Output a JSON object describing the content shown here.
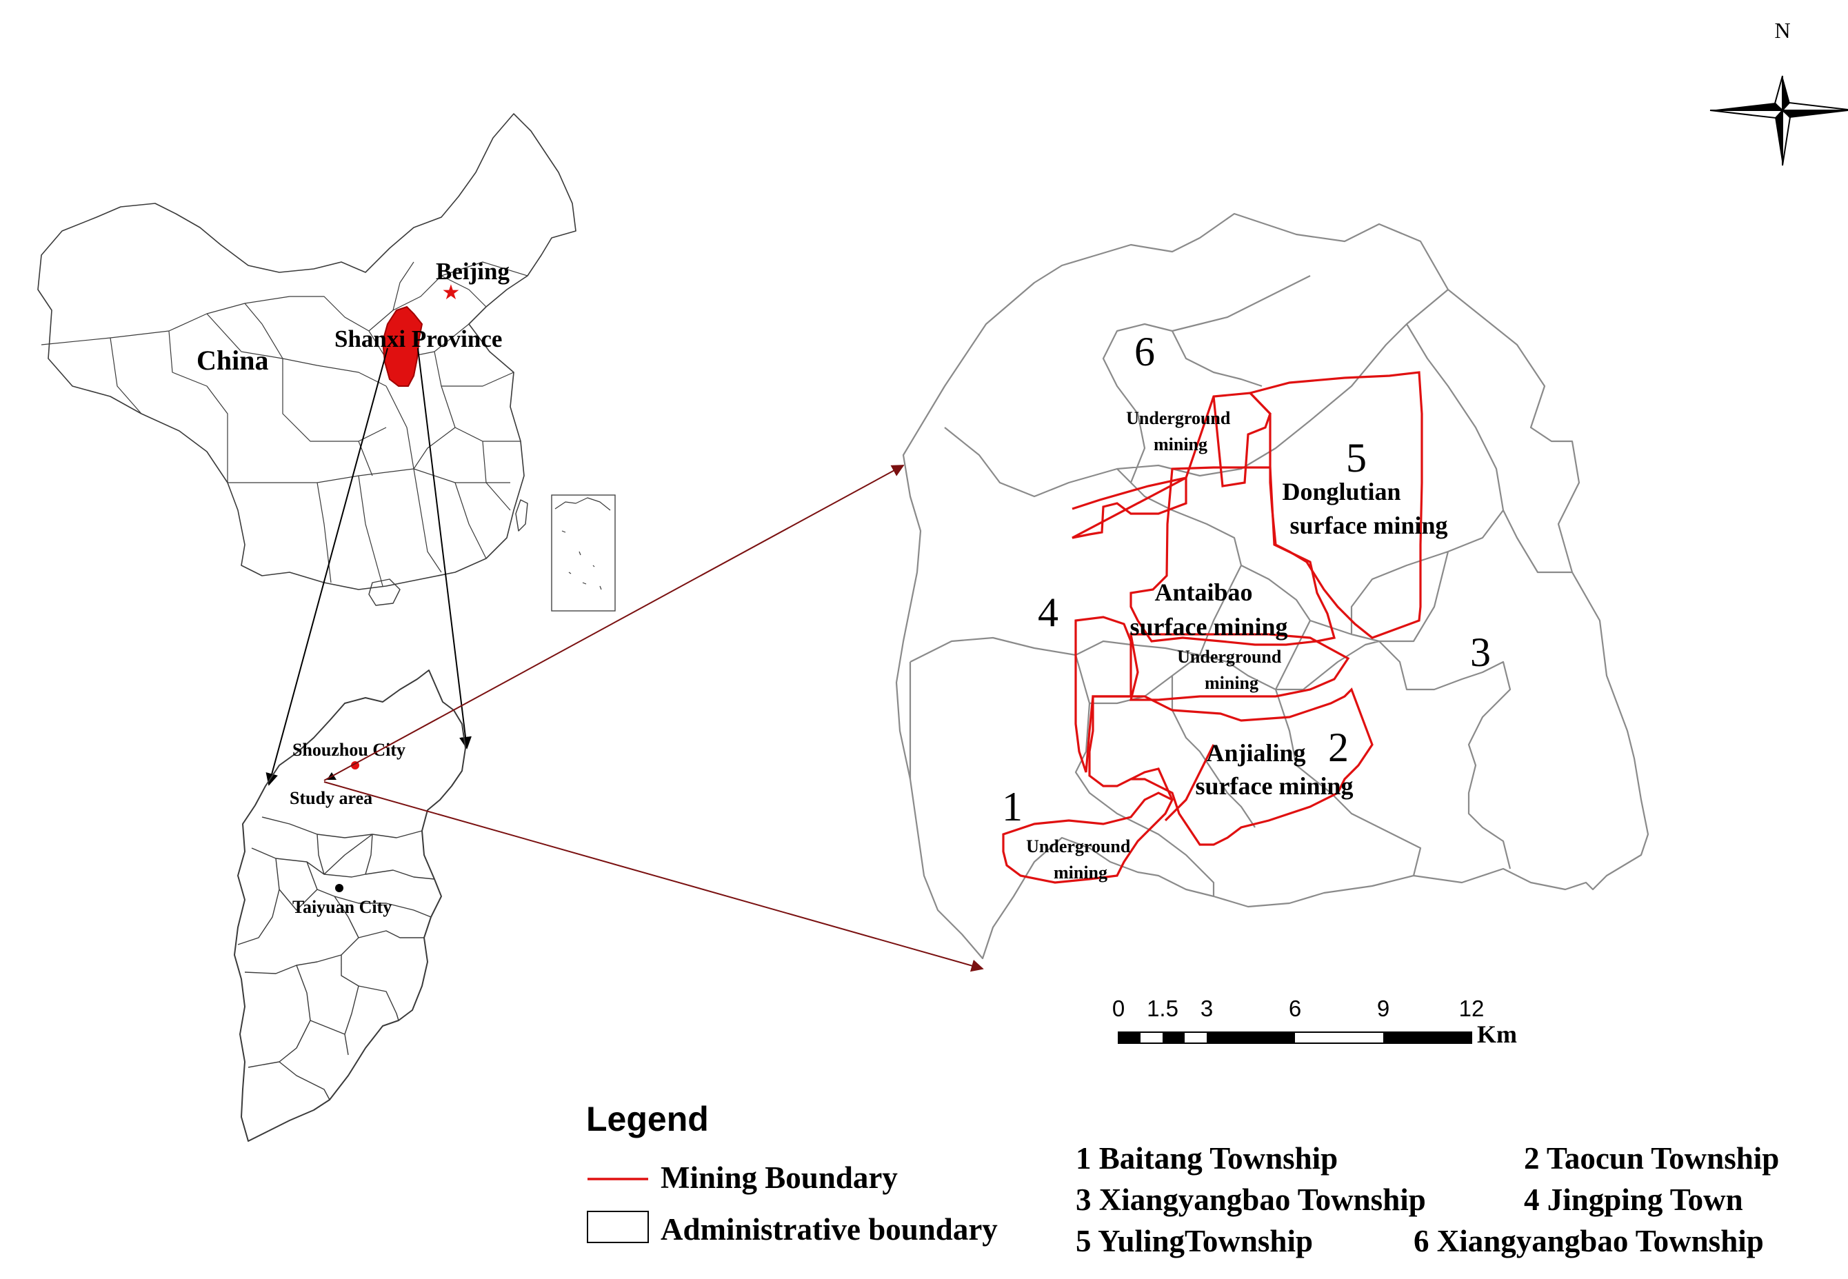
{
  "north_label": "N",
  "overview": {
    "country_label": "China",
    "capital_label": "Beijing",
    "province_label": "Shanxi Province"
  },
  "province_map": {
    "city1_label": "Shouzhou City",
    "study_label": "Study area",
    "city2_label": "Taiyuan City"
  },
  "detail_map": {
    "township_numbers": [
      "1",
      "2",
      "3",
      "4",
      "5",
      "6"
    ],
    "areas": {
      "ug6_line1": "Underground",
      "ug6_line2": "mining",
      "dong_line1": "Donglutian",
      "dong_line2": "surface mining",
      "ant_line1": "Antaibao",
      "ant_line2": "surface mining",
      "ugc_line1": "Underground",
      "ugc_line2": "mining",
      "anj_line1": "Anjialing",
      "anj_line2": "surface mining",
      "ug1_line1": "Underground",
      "ug1_line2": "mining"
    }
  },
  "scale_bar": {
    "ticks": [
      "0",
      "1.5",
      "3",
      "6",
      "9",
      "12"
    ],
    "unit": "Km"
  },
  "legend": {
    "title": "Legend",
    "mining_label": "Mining Boundary",
    "admin_label": "Administrative boundary",
    "mining_color": "#e01010",
    "townships": [
      "1 Baitang Township",
      "2 Taocun Township",
      "3 Xiangyangbao Township",
      "4 Jingping Town",
      "5 YulingTownship",
      "6 Xiangyangbao Township"
    ]
  }
}
